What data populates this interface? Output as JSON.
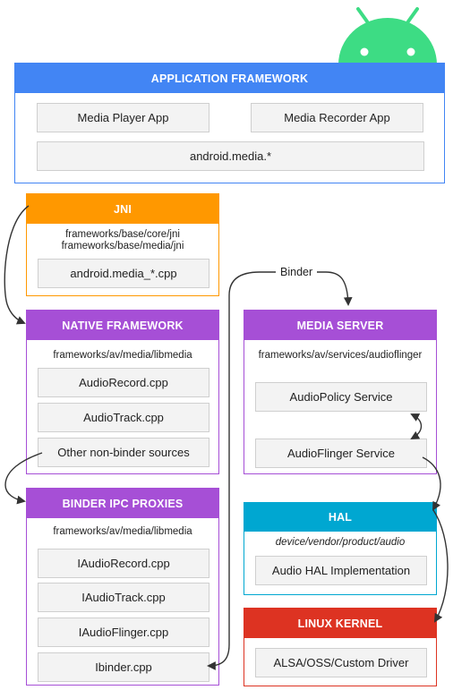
{
  "app_framework": {
    "title": "APPLICATION FRAMEWORK",
    "media_player": "Media Player App",
    "media_recorder": "Media Recorder App",
    "android_media": "android.media.*",
    "color": "#4285f4"
  },
  "jni": {
    "title": "JNI",
    "path1": "frameworks/base/core/jni",
    "path2": "frameworks/base/media/jni",
    "file": "android.media_*.cpp",
    "color": "#ff9800"
  },
  "native_framework": {
    "title": "NATIVE FRAMEWORK",
    "path": "frameworks/av/media/libmedia",
    "items": [
      "AudioRecord.cpp",
      "AudioTrack.cpp",
      "Other non-binder sources"
    ],
    "color": "#a64fd6"
  },
  "binder_ipc": {
    "title": "BINDER IPC PROXIES",
    "path": "frameworks/av/media/libmedia",
    "items": [
      "IAudioRecord.cpp",
      "IAudioTrack.cpp",
      "IAudioFlinger.cpp",
      "Ibinder.cpp"
    ],
    "color": "#a64fd6"
  },
  "media_server": {
    "title": "MEDIA SERVER",
    "path": "frameworks/av/services/audioflinger",
    "items": [
      "AudioPolicy Service",
      "AudioFlinger Service"
    ],
    "color": "#a64fd6"
  },
  "hal": {
    "title": "HAL",
    "path": "device/vendor/product/audio",
    "item": "Audio HAL Implementation",
    "color": "#00a7d1"
  },
  "linux_kernel": {
    "title": "LINUX KERNEL",
    "item": "ALSA/OSS/Custom Driver",
    "color": "#dd3322"
  },
  "binder_label": "Binder",
  "android_logo_color": "#3ddc84",
  "icons": [
    "android-logo-icon"
  ]
}
